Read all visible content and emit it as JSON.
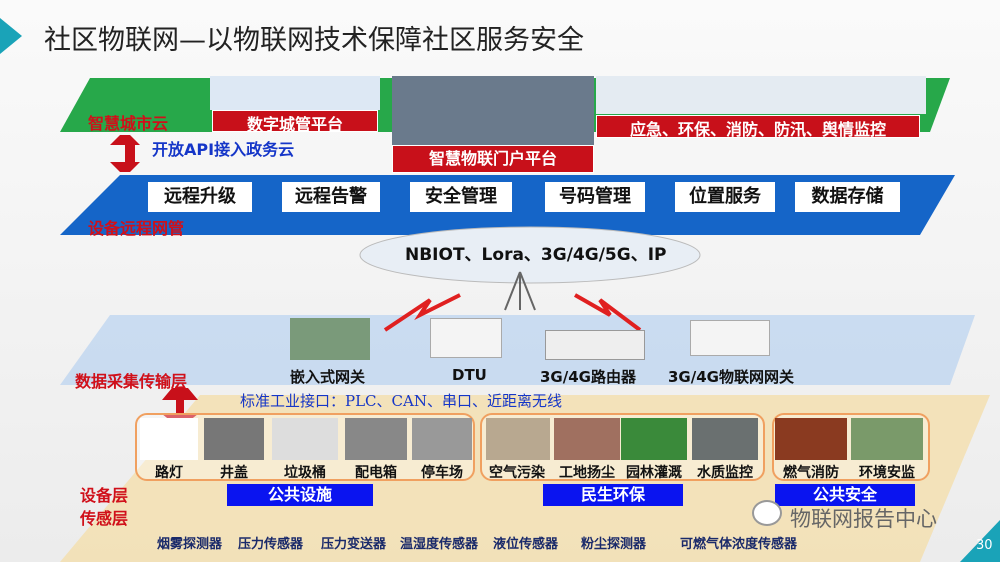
{
  "title": "社区物联网—以物联网技术保障社区服务安全",
  "cloud_layer": {
    "label": "智慧城市云",
    "platform1": "数字城管平台",
    "platform2": "应急、环保、消防、防汛、舆情监控",
    "portal": "智慧物联门户平台",
    "api": "开放API接入政务云"
  },
  "management": {
    "label": "设备远程网管",
    "items": [
      "远程升级",
      "远程告警",
      "安全管理",
      "号码管理",
      "位置服务",
      "数据存储"
    ]
  },
  "network": "NBIOT、Lora、3G/4G/5G、IP",
  "transport": {
    "label": "数据采集传输层",
    "devices": [
      "嵌入式网关",
      "DTU",
      "3G/4G路由器",
      "3G/4G物联网网关"
    ],
    "interface": "标准工业接口：PLC、CAN、串口、近距离无线"
  },
  "device_layer": {
    "label1": "设备层",
    "label2": "传感层",
    "groups": [
      {
        "name": "公共设施",
        "items": [
          "路灯",
          "井盖",
          "垃圾桶",
          "配电箱",
          "停车场"
        ]
      },
      {
        "name": "民生环保",
        "items": [
          "空气污染",
          "工地扬尘",
          "园林灌溉",
          "水质监控"
        ]
      },
      {
        "name": "公共安全",
        "items": [
          "燃气消防",
          "环境安监"
        ]
      }
    ],
    "sensors": [
      "烟雾探测器",
      "压力传感器",
      "压力变送器",
      "温湿度传感器",
      "液位传感器",
      "粉尘探测器",
      "可燃气体浓度传感器"
    ]
  },
  "watermark": "物联网报告中心",
  "page_number": "30"
}
